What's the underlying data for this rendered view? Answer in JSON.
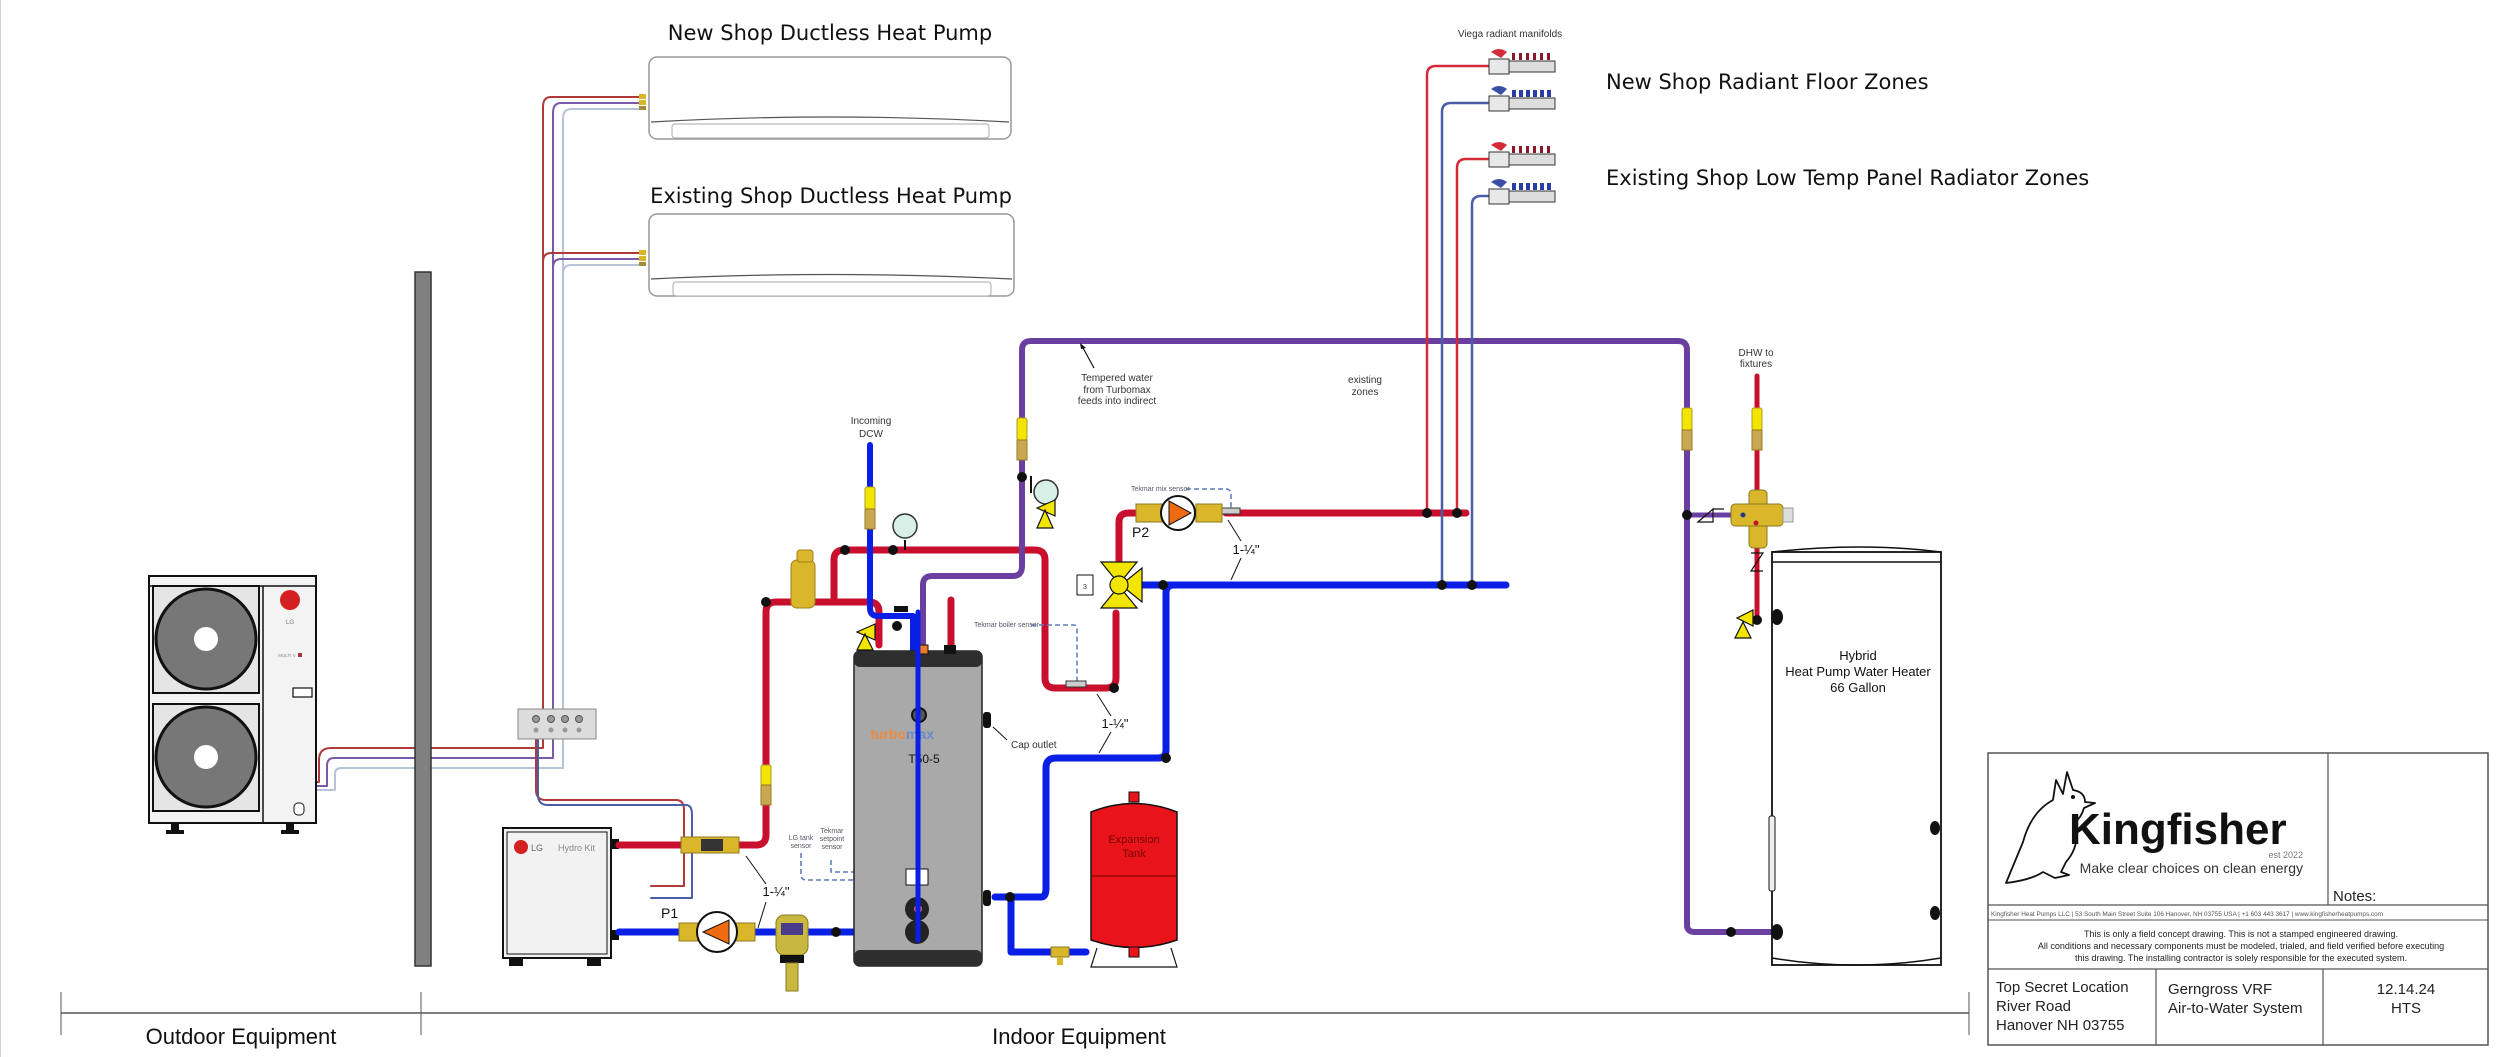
{
  "labels": {
    "new_shop_ductless": "New Shop Ductless Heat Pump",
    "existing_shop_ductless": "Existing Shop Ductless Heat Pump",
    "viega_manifolds": "Viega radiant manifolds",
    "new_shop_radiant": "New Shop Radiant Floor Zones",
    "existing_shop_radiators": "Existing Shop Low Temp Panel Radiator Zones",
    "tempered_water": [
      "Tempered water",
      "from Turbomax",
      "feeds into indirect"
    ],
    "existing_zones": [
      "existing",
      "zones"
    ],
    "incoming_dcw": [
      "Incoming",
      "DCW"
    ],
    "dhw_to_fixtures": [
      "DHW to",
      "fixtures"
    ],
    "tekmar_mix_sensor": "Tekmar mix sensor",
    "tekmar_boiler_sensor": "Tekmar boiler sensor",
    "lg_tank_sensor": [
      "LG tank",
      "sensor"
    ],
    "tekmar_setpoint_sensor": [
      "Tekmar",
      "setpoint",
      "sensor"
    ],
    "cap_outlet": "Cap outlet",
    "pipe_size": "1-¼\"",
    "pump_p1": "P1",
    "pump_p2": "P2",
    "turbomax_brand_a": "turbo",
    "turbomax_brand_b": "max",
    "turbomax_model": "T50-5",
    "expansion_tank": [
      "Expansion",
      "Tank"
    ],
    "hybrid_hpwh": [
      "Hybrid",
      "Heat Pump Water Heater",
      "66 Gallon"
    ],
    "lg_outdoor_brand": "LG",
    "lg_outdoor_model": "MULTI V",
    "hydro_kit_brand": "LG",
    "hydro_kit_name": "Hydro Kit",
    "mixing_valve_code": "3"
  },
  "sections": {
    "outdoor": "Outdoor Equipment",
    "indoor": "Indoor Equipment"
  },
  "title_block": {
    "company": "Kingfisher",
    "est": "est 2022",
    "tagline": "Make clear choices on clean energy",
    "notes_label": "Notes:",
    "address_line": "Kingfisher Heat Pumps LLC | 53 South Main Street Suite 106 Hanover, NH 03755 USA | +1 603 443 3617 | www.kingfisherheatpumps.com",
    "disclaimer": [
      "This is only a field concept drawing. This is not a stamped engineered drawing.",
      "All conditions and necessary components must be modeled, trialed, and field verified before executing",
      "this drawing. The installing contractor is solely responsible for the executed system."
    ],
    "location": [
      "Top Secret Location",
      "River Road",
      "Hanover NH 03755"
    ],
    "project": [
      "Gerngross VRF",
      "Air-to-Water System"
    ],
    "date": "12.14.24",
    "initials": "HTS"
  },
  "colors": {
    "supply_red": "#c8102e",
    "return_blue": "#0a1fe6",
    "tempered_purple": "#6b3fa0",
    "refrigerant_red": "#b03a3a",
    "refrigerant_purple": "#7a5aa8",
    "refrigerant_gray": "#b8c2d8",
    "brass": "#d9b62a",
    "valve_yellow": "#f2e600",
    "pump_orange": "#f06a10",
    "tank_gray": "#a9a9a9",
    "expansion_red": "#e8141a"
  }
}
